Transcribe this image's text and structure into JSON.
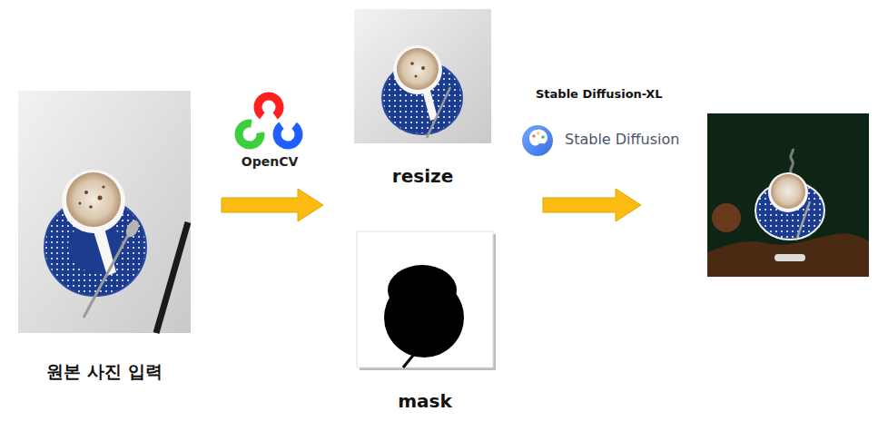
{
  "diagram": {
    "nodes": [
      {
        "text": [
          "원본 사진 입력"
        ]
      },
      {
        "text": [
          "OpenCV"
        ]
      },
      {
        "text": [
          "resize"
        ]
      },
      {
        "text": [
          "mask"
        ]
      },
      {
        "text": [
          "Stable Diffusion-XL",
          "Stable Diffusion"
        ]
      }
    ],
    "edges": [
      {
        "from": 0,
        "to": 2,
        "arrow": "to"
      }
    ]
  }
}
